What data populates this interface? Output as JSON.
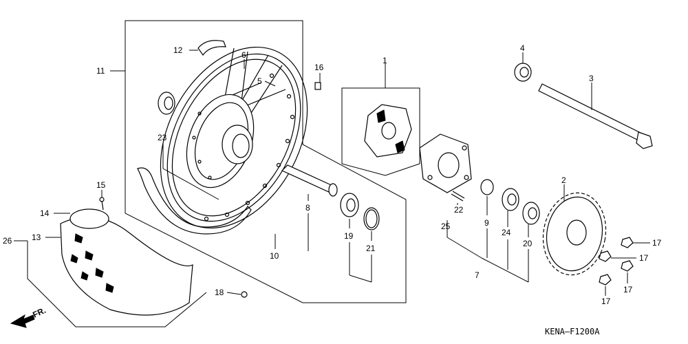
{
  "diagram_code": "KENA—F1200A",
  "direction_label": "FR.",
  "callouts": {
    "c1": "1",
    "c2": "2",
    "c3": "3",
    "c4": "4",
    "c5": "5",
    "c6": "6",
    "c7": "7",
    "c8": "8",
    "c9": "9",
    "c10": "10",
    "c11": "11",
    "c12": "12",
    "c13": "13",
    "c14": "14",
    "c15": "15",
    "c16": "16",
    "c17a": "17",
    "c17b": "17",
    "c17c": "17",
    "c17d": "17",
    "c18": "18",
    "c19": "19",
    "c20": "20",
    "c21": "21",
    "c22": "22",
    "c23": "23",
    "c24": "24",
    "c25": "25",
    "c26": "26"
  }
}
